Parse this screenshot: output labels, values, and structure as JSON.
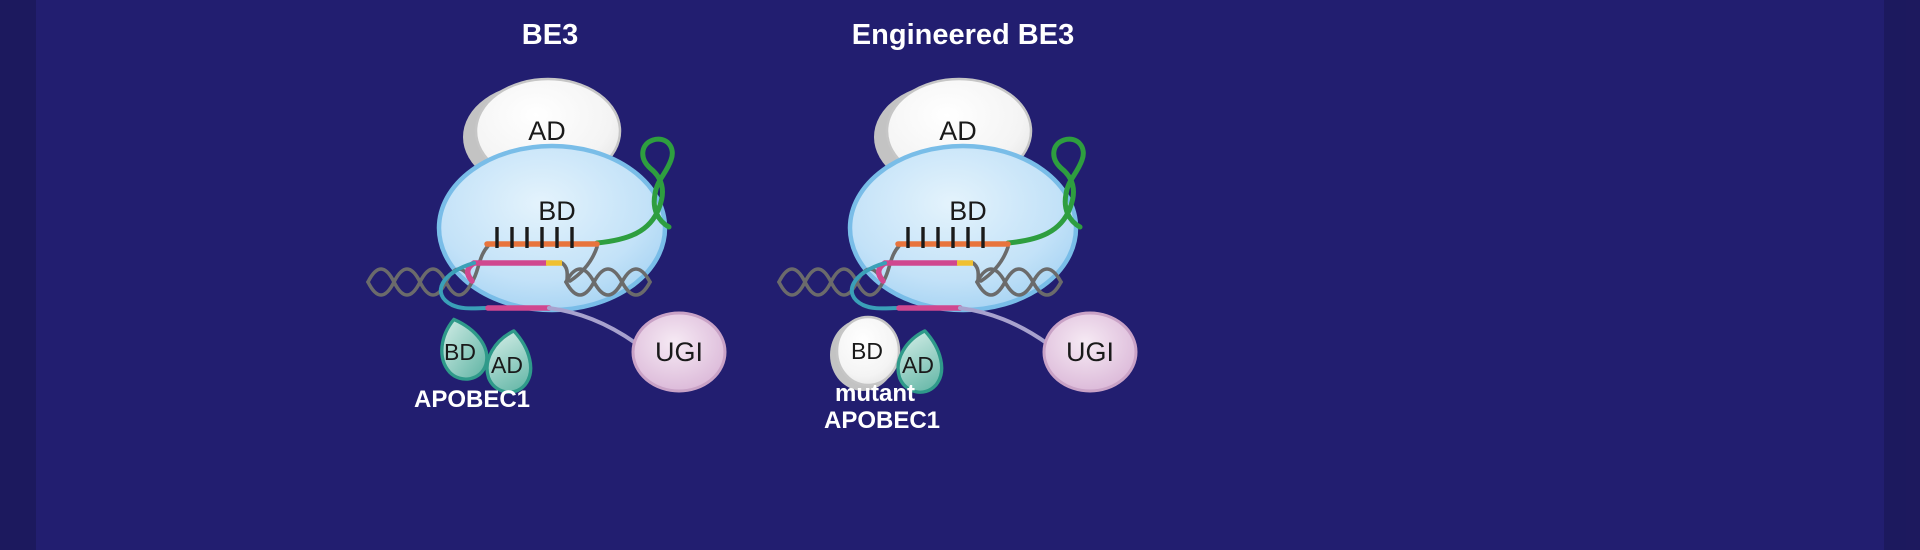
{
  "colors": {
    "background": "#221e70",
    "cas9_fill": "#bfe0f7",
    "cas9_stroke": "#79bde8",
    "ad_fill": "#f2f2f2",
    "ad_stroke": "#c6c6c6",
    "apobec_fill": "#8fcdbf",
    "apobec_stroke": "#2f9a8a",
    "ugi_fill": "#e3c3e0",
    "ugi_stroke": "#c9a2c6",
    "sgrna_green": "#2e9e3f",
    "dna_gray": "#6b6b6b",
    "protospacer_orange": "#e8743c",
    "edited_strand_pink": "#d0478f",
    "pam_yellow": "#f0c030",
    "linker_teal": "#3aa0b8",
    "linker_purple": "#a8a2ce",
    "basepair_black": "#1a1a1a",
    "label_dark": "#1a1a1a",
    "label_light": "#ffffff"
  },
  "diagrams": [
    {
      "title": "BE3",
      "cas9": {
        "ad": "AD",
        "bd": "BD"
      },
      "apobec1": {
        "bd": "BD",
        "ad": "AD",
        "name_lines": [
          "APOBEC1"
        ]
      },
      "ugi": "UGI"
    },
    {
      "title": "Engineered BE3",
      "cas9": {
        "ad": "AD",
        "bd": "BD"
      },
      "apobec1": {
        "bd": "BD",
        "ad": "AD",
        "name_lines": [
          "mutant",
          "APOBEC1"
        ]
      },
      "ugi": "UGI"
    }
  ]
}
